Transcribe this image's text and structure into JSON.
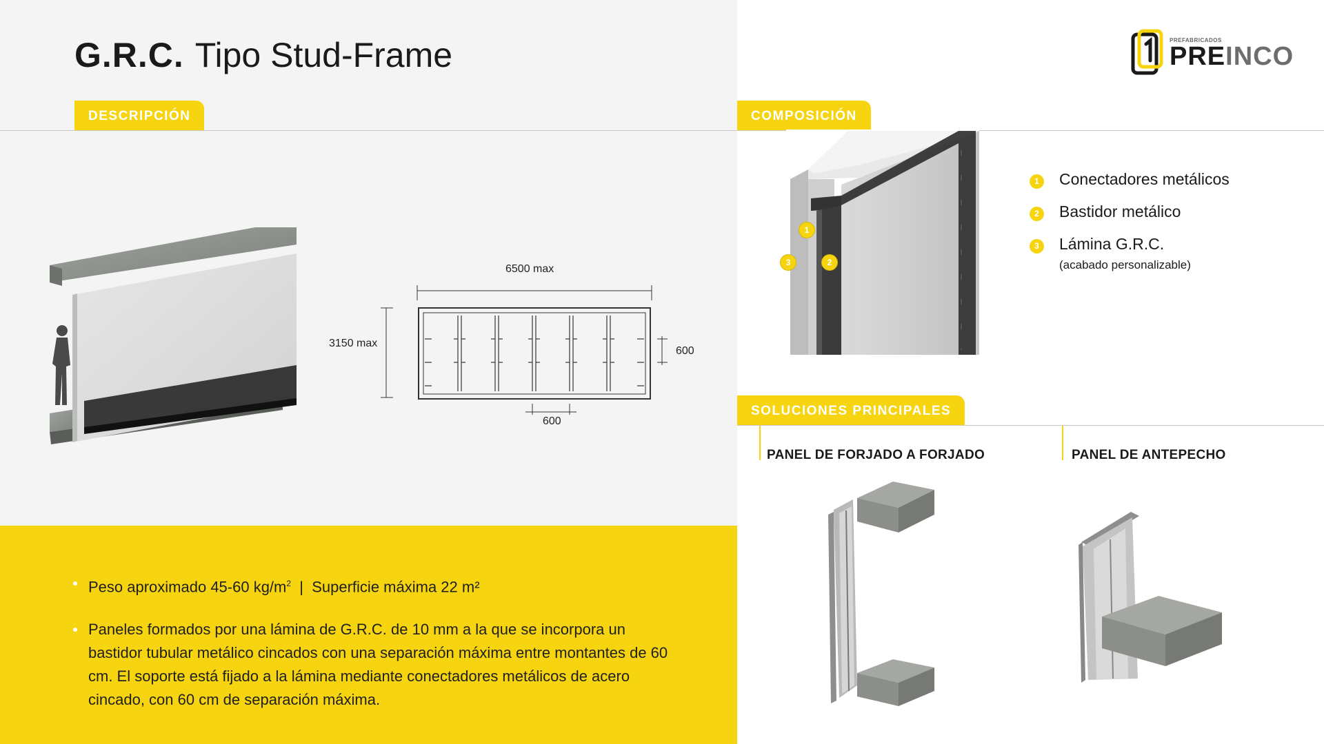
{
  "title": {
    "bold": "G.R.C.",
    "light": "Tipo Stud-Frame"
  },
  "logo": {
    "small": "PREFABRICADOS",
    "word_pre": "PRE",
    "word_inco": "INCO"
  },
  "tabs": {
    "descripcion": "DESCRIPCIÓN",
    "composicion": "COMPOSICIÓN",
    "soluciones": "SOLUCIONES PRINCIPALES"
  },
  "dimensions": {
    "width": "6500 max",
    "height": "3150 max",
    "spacing_right": "600",
    "spacing_bottom": "600"
  },
  "composition": [
    {
      "num": "1",
      "label": "Conectadores metálicos"
    },
    {
      "num": "2",
      "label": "Bastidor metálico"
    },
    {
      "num": "3",
      "label": "Lámina G.R.C.",
      "sub": "(acabado personalizable)"
    }
  ],
  "callouts": [
    "1",
    "2",
    "3"
  ],
  "solutions": [
    "PANEL DE FORJADO A FORJADO",
    "PANEL DE ANTEPECHO"
  ],
  "bullets": {
    "b1_a": "Peso aproximado 45-60 kg/m",
    "b1_sup": "2",
    "b1_b": "  |  Superficie máxima 22 m²",
    "b2": "Paneles formados por una lámina de G.R.C. de 10 mm a la que se incorpora un bastidor tubular metálico cincados con una separación máxima entre montantes de 60 cm. El soporte está fijado a la lámina mediante conectadores metálicos de acero cincado, con 60 cm de separación máxima."
  },
  "colors": {
    "accent": "#f6d40f",
    "panel_bg": "#f4f4f4",
    "text": "#1a1a1a"
  },
  "icons": [
    "preinco-logo-icon",
    "human-figure-icon"
  ]
}
